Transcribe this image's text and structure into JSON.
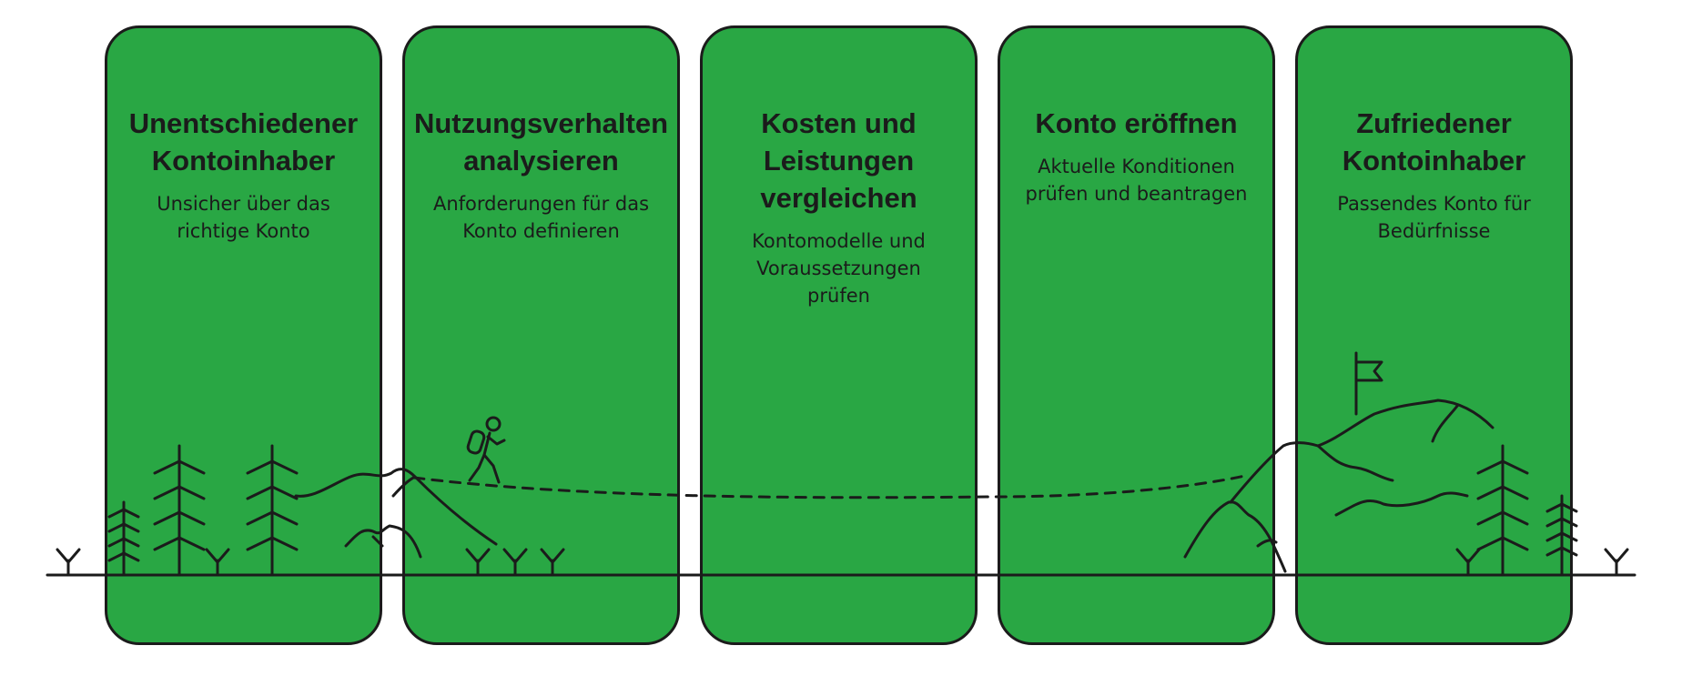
{
  "theme": {
    "card_color": "#29a744",
    "line_color": "#1b1b1b",
    "background": "#ffffff"
  },
  "stages": [
    {
      "title": "Unentschiedener\nKontoinhaber",
      "description": "Unsicher über das\nrichtige Konto"
    },
    {
      "title": "Nutzungsverhalten\nanalysieren",
      "description": "Anforderungen für das\nKonto definieren"
    },
    {
      "title": "Kosten und\nLeistungen\nvergleichen",
      "description": "Kontomodelle und\nVoraussetzungen\nprüfen"
    },
    {
      "title": "Konto eröffnen",
      "description": "Aktuelle Konditionen\nprüfen und beantragen"
    },
    {
      "title": "Zufriedener\nKontoinhaber",
      "description": "Passendes Konto für\nBedürfnisse"
    }
  ],
  "illustration": {
    "icons": [
      "pine-tree-icon",
      "hiker-icon",
      "mountain-icon",
      "flag-icon",
      "grass-sprout-icon"
    ]
  }
}
